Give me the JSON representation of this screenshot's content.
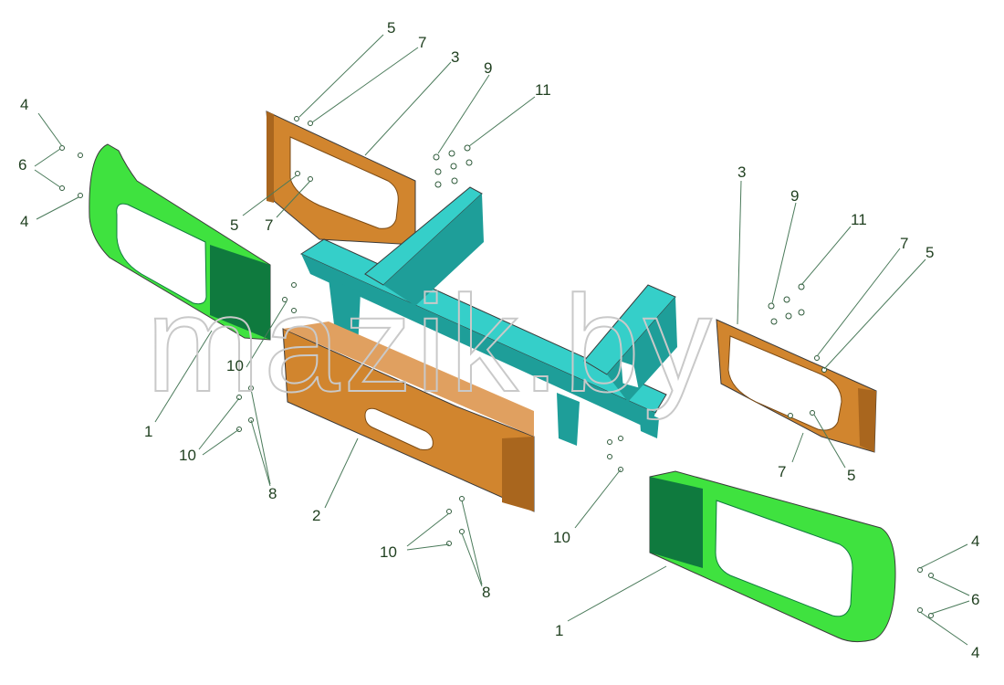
{
  "watermark": "mazik.by",
  "colors": {
    "green_part": "#3fe23f",
    "green_dark": "#0f7a3e",
    "cyan_part": "#35cfc9",
    "cyan_dark": "#1e9e99",
    "orange_part": "#d1852e",
    "orange_dark": "#a9661e",
    "label": "#1f3f1f",
    "leader": "#4a7a5a"
  },
  "labels": {
    "n1": "1",
    "n2": "2",
    "n3": "3",
    "n4": "4",
    "n5": "5",
    "n6": "6",
    "n7": "7",
    "n8": "8",
    "n9": "9",
    "n10": "10",
    "n11": "11"
  }
}
